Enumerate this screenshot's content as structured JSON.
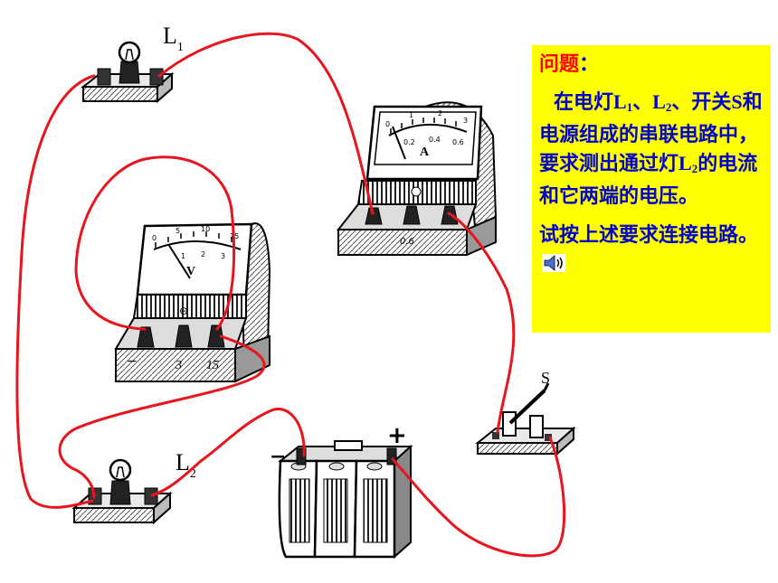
{
  "labels": {
    "lamp1": "L",
    "lamp1_sub": "1",
    "lamp2": "L",
    "lamp2_sub": "2",
    "switch": "S",
    "battery_plus": "+",
    "battery_minus": "−"
  },
  "ammeter": {
    "unit": "A",
    "scale_top": [
      "0",
      "1",
      "2",
      "3"
    ],
    "scale_bottom": [
      "0.2",
      "0.4",
      "0.6"
    ],
    "terminal_mark": "0.6"
  },
  "voltmeter": {
    "unit": "V",
    "scale_top": [
      "0",
      "5",
      "10",
      "15"
    ],
    "scale_bottom": [
      "1",
      "2",
      "3"
    ],
    "minus_mark": "−",
    "terminal_3": "3",
    "terminal_15": "15",
    "zero_adjust": "⊖"
  },
  "hint": {
    "title": "问题",
    "colon": "：",
    "p1_a": "在电灯",
    "p1_L": "L",
    "p1_s1": "1",
    "p1_b": "、",
    "p1_L2": "L",
    "p1_s2": "2",
    "p1_c": "、开关",
    "p1_S": "S",
    "p1_d": "和电源组成的串联电路中，要求测出通过灯",
    "p1_L3": "L",
    "p1_s3": "2",
    "p1_e": "的电流和它两端的电压。",
    "p2": "试按上述要求连接电路。"
  },
  "colors": {
    "wire": "#e8141e",
    "hint_bg": "#ffff00",
    "hint_text": "#0000cc",
    "hint_title": "#ff0000"
  }
}
